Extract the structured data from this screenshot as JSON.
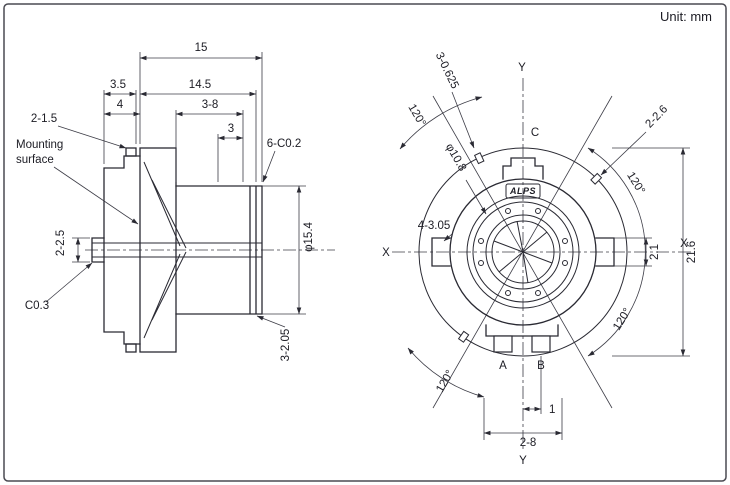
{
  "unit_label": "Unit: mm",
  "side_view": {
    "mounting_surface": {
      "line1": "Mounting",
      "line2": "surface"
    },
    "dims": {
      "overall_length": "15",
      "body_length": "14.5",
      "bushing_length": "3.5",
      "flange_depth": "4",
      "holes": "3-8",
      "groove_width": "3",
      "clips": "2-1.5",
      "chamfer_end": "6-C0.2",
      "shaft_tip": "2-2.5",
      "chamfer_front": "C0.3",
      "body_diameter": "φ15.4",
      "rear_holes": "3-2.05"
    }
  },
  "front_view": {
    "logo": "ALPS",
    "axes": {
      "x": "X",
      "y": "Y"
    },
    "terminals": {
      "a": "A",
      "b": "B",
      "c": "C"
    },
    "dims": {
      "notches": "3-0.625",
      "top_tabs": "2-2.6",
      "inner_diameter": "φ10.8",
      "side_tabs": "4-3.05",
      "overall_height": "21.6",
      "tab_width": "2.1",
      "angle": "120°",
      "pin_offset": "1",
      "pin_spacing": "2-8"
    }
  }
}
